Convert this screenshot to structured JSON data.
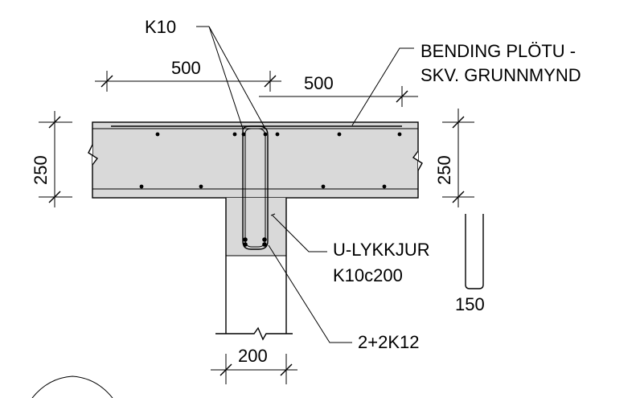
{
  "labels": {
    "top_bar": "K10",
    "dim_top_left": "500",
    "dim_top_right": "500",
    "note_top_line1": "BENDING PLÖTU -",
    "note_top_line2": "SKV. GRUNNMYND",
    "dim_left": "250",
    "dim_right": "250",
    "u_bars_line1": "U-LYKKJUR",
    "u_bars_line2": "K10c200",
    "u_detail_width": "150",
    "bottom_bars": "2+2K12",
    "dim_bottom": "200"
  },
  "colors": {
    "concrete": "#d9d9d9",
    "lines": "#000000",
    "background": "#ffffff"
  }
}
